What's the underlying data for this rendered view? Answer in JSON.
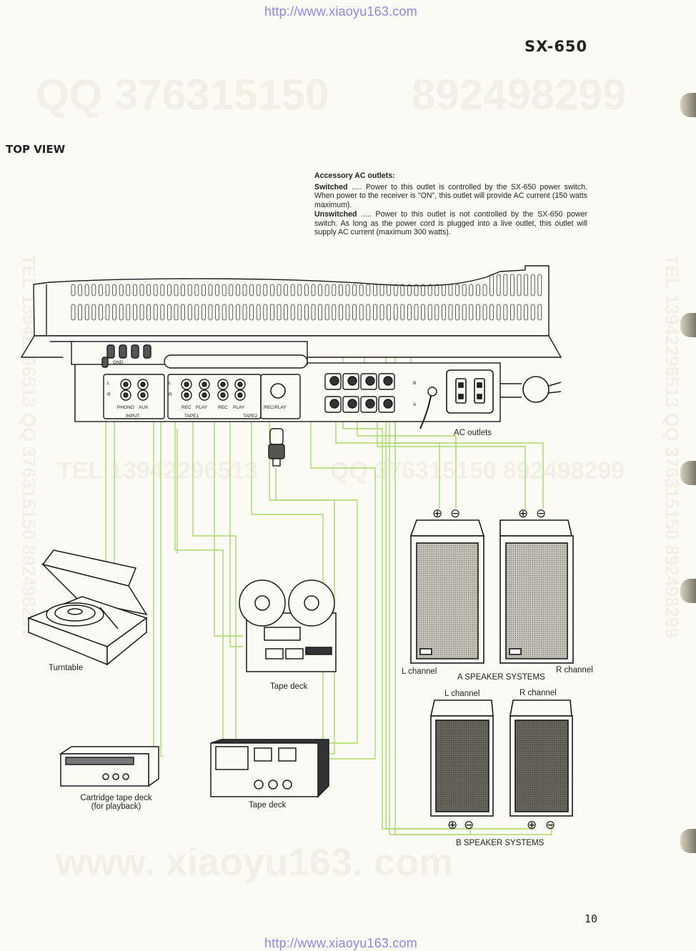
{
  "header": {
    "url_top": "http://www.xiaoyu163.com",
    "model": "SX-650"
  },
  "watermarks": {
    "qq": "QQ 376315150",
    "qq2": "892498299",
    "tel": "TEL 13942296513",
    "qq_mid": "QQ 376315150  892498299",
    "site": "www. xiaoyu163. com",
    "side_left": "TEL 13942296513  QQ 376315150  892498299",
    "side_right": "TEL 13942296513  QQ 376315150  892498299"
  },
  "section_title": "TOP VIEW",
  "ac_note": {
    "heading": "Accessory AC outlets:",
    "switched_term": "Switched",
    "switched_dots": ".....",
    "switched_text": "Power to this outlet is controlled by the SX-650 power switch. When power to the receiver is \"ON\", this outlet will provide AC current (150 watts maximum).",
    "unswitched_term": "Unswitched",
    "unswitched_dots": ".....",
    "unswitched_text": "Power to this outlet is not controlled by the SX-650 power switch. As long as the power cord is plugged into a live outlet, this outlet will supply AC current (maximum 300 watts)."
  },
  "receiver_panel": {
    "gnd": "GND",
    "ch_l": "L",
    "ch_r": "R",
    "phono": "PHONO",
    "aux": "AUX",
    "input_group": "INPUT",
    "tape1_rec": "REC",
    "tape1_play": "PLAY",
    "tape1_group": "TAPE1",
    "tape2_rec": "REC",
    "tape2_play": "PLAY",
    "tape2_group": "TAPE2",
    "din": "REC/PLAY",
    "spk_b": "B",
    "spk_a": "A"
  },
  "labels": {
    "ac_outlets": "AC outlets",
    "turntable": "Turntable",
    "tape_deck_reel": "Tape deck",
    "cartridge_line1": "Cartridge tape deck",
    "cartridge_line2": "(for playback)",
    "tape_deck_cassette": "Tape deck",
    "a_l": "L channel",
    "a_r": "R channel",
    "a_title": "A SPEAKER SYSTEMS",
    "b_l": "L channel",
    "b_r": "R channel",
    "b_title": "B SPEAKER SYSTEMS",
    "plus": "⊕",
    "minus": "⊖"
  },
  "footer": {
    "page_number": "10",
    "url_bottom": "http://www.xiaoyu163.com"
  },
  "colors": {
    "wire": "#a9d96a",
    "paper": "#fbfaf4",
    "ink": "#1a1a1a",
    "url": "#8a8ae0"
  }
}
